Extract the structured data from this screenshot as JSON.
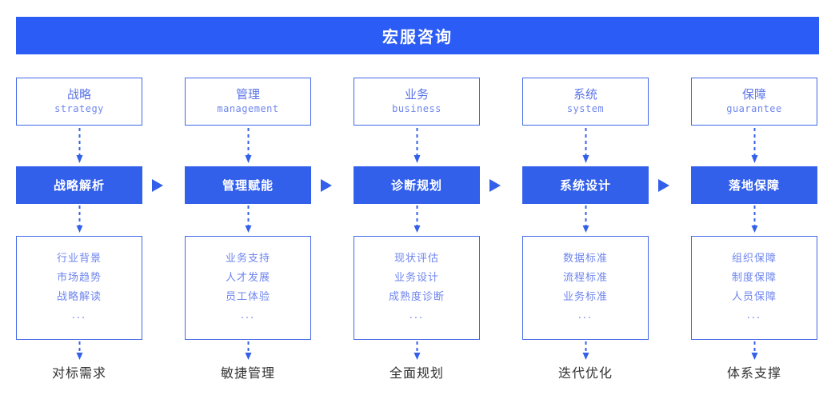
{
  "header": {
    "title": "宏服咨询"
  },
  "colors": {
    "banner_blue": "#2B5CF5",
    "phase_blue": "#3360EA",
    "border_blue": "#4169E8",
    "text_blue": "#6F86EE",
    "label_dark": "#333333"
  },
  "columns": [
    {
      "category_zh": "战略",
      "category_en": "strategy",
      "phase": "战略解析",
      "details": [
        "行业背景",
        "市场趋势",
        "战略解读",
        "..."
      ],
      "outcome": "对标需求"
    },
    {
      "category_zh": "管理",
      "category_en": "management",
      "phase": "管理赋能",
      "details": [
        "业务支持",
        "人才发展",
        "员工体验",
        "..."
      ],
      "outcome": "敏捷管理"
    },
    {
      "category_zh": "业务",
      "category_en": "business",
      "phase": "诊断规划",
      "details": [
        "现状评估",
        "业务设计",
        "成熟度诊断",
        "..."
      ],
      "outcome": "全面规划"
    },
    {
      "category_zh": "系统",
      "category_en": "system",
      "phase": "系统设计",
      "details": [
        "数据标准",
        "流程标准",
        "业务标准",
        "..."
      ],
      "outcome": "迭代优化"
    },
    {
      "category_zh": "保障",
      "category_en": "guarantee",
      "phase": "落地保障",
      "details": [
        "组织保障",
        "制度保障",
        "人员保障",
        "..."
      ],
      "outcome": "体系支撑"
    }
  ]
}
